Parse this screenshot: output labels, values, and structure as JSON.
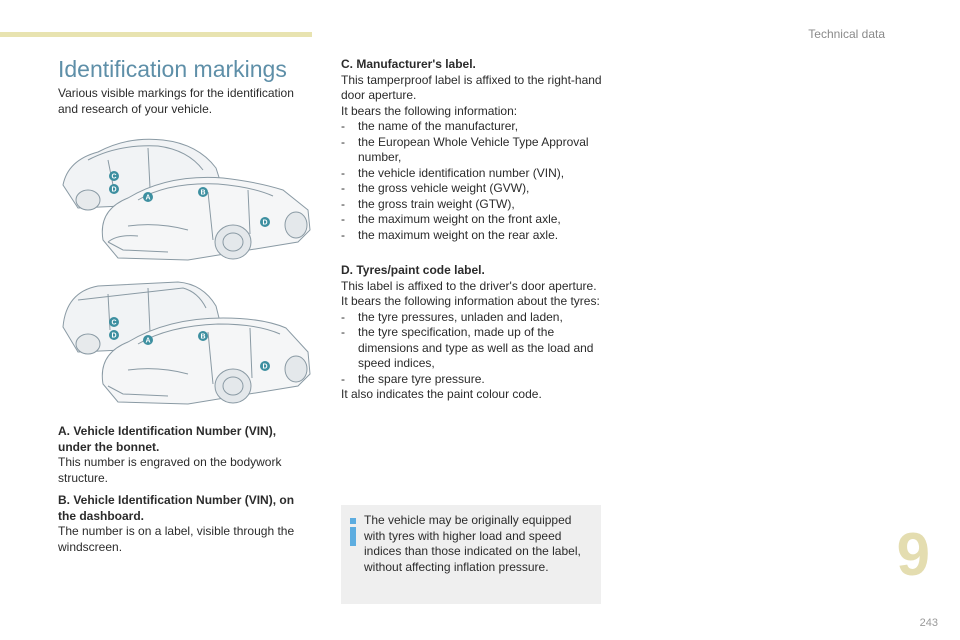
{
  "header": {
    "section_name": "Technical data"
  },
  "title": "Identification markings",
  "intro": "Various visible markings for the identification and research of your vehicle.",
  "markers": {
    "a": "A",
    "b": "B",
    "c": "C",
    "d": "D"
  },
  "colors": {
    "accent": "#5e8fa8",
    "marker": "#3d8fa0",
    "note_icon": "#5dade0",
    "note_bg": "#efefef",
    "top_bar": "#e8e3b0"
  },
  "labels": {
    "a": {
      "heading": "A. Vehicle Identification Number (VIN), under the bonnet.",
      "text": "This number is engraved on the bodywork structure."
    },
    "b": {
      "heading": "B. Vehicle Identification Number (VIN), on the dashboard.",
      "text": "The number is on a label, visible through the windscreen."
    },
    "c": {
      "heading": "C. Manufacturer's label.",
      "text1": "This tamperproof label is affixed to the right-hand door aperture.",
      "text2": "It bears the following information:",
      "items": [
        "the name of the manufacturer,",
        "the European Whole Vehicle Type Approval number,",
        "the vehicle identification number (VIN),",
        "the gross vehicle weight (GVW),",
        "the gross train weight (GTW),",
        "the maximum weight on the front axle,",
        "the maximum weight on the rear axle."
      ]
    },
    "d": {
      "heading": "D. Tyres/paint code label.",
      "text1": "This label is affixed to the driver's door aperture.",
      "text2": "It bears the following information about the tyres:",
      "items": [
        "the tyre pressures, unladen and laden,",
        "the tyre specification, made up of the dimensions and type as well as the load and speed indices,",
        "the spare tyre pressure."
      ],
      "text3": "It also indicates the paint colour code."
    }
  },
  "note": "The vehicle may be originally equipped with tyres with higher load and speed indices than those indicated on the label, without affecting inflation pressure.",
  "chapter_number": "9",
  "page_number": "243"
}
